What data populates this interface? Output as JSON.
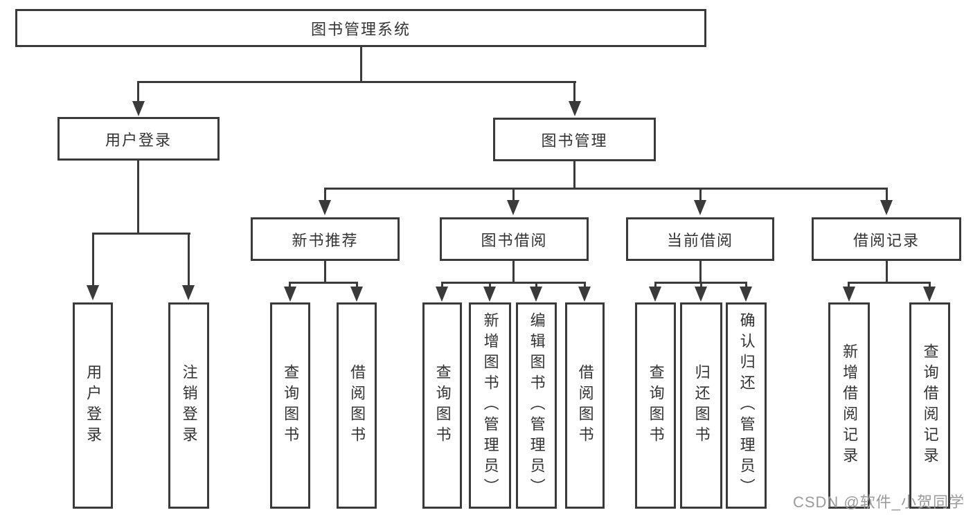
{
  "diagram": {
    "root": {
      "label": "图书管理系统"
    },
    "level2": [
      {
        "label": "用户登录"
      },
      {
        "label": "图书管理"
      }
    ],
    "level3": [
      {
        "label": "新书推荐"
      },
      {
        "label": "图书借阅"
      },
      {
        "label": "当前借阅"
      },
      {
        "label": "借阅记录"
      }
    ],
    "leaves": [
      {
        "label": "用户登录"
      },
      {
        "label": "注销登录"
      },
      {
        "label": "查询图书"
      },
      {
        "label": "借阅图书"
      },
      {
        "label": "查询图书"
      },
      {
        "label": "新增图书（管理员）"
      },
      {
        "label": "编辑图书（管理员）"
      },
      {
        "label": "借阅图书"
      },
      {
        "label": "查询图书"
      },
      {
        "label": "归还图书"
      },
      {
        "label": "确认归还（管理员）"
      },
      {
        "label": "新增借阅记录"
      },
      {
        "label": "查询借阅记录"
      }
    ],
    "watermark": "CSDN @软件_小贺同学",
    "colors": {
      "line": "#3a3a3a",
      "text": "#333333",
      "box_fill": "#ffffff",
      "watermark": "#9a9a9a"
    }
  }
}
